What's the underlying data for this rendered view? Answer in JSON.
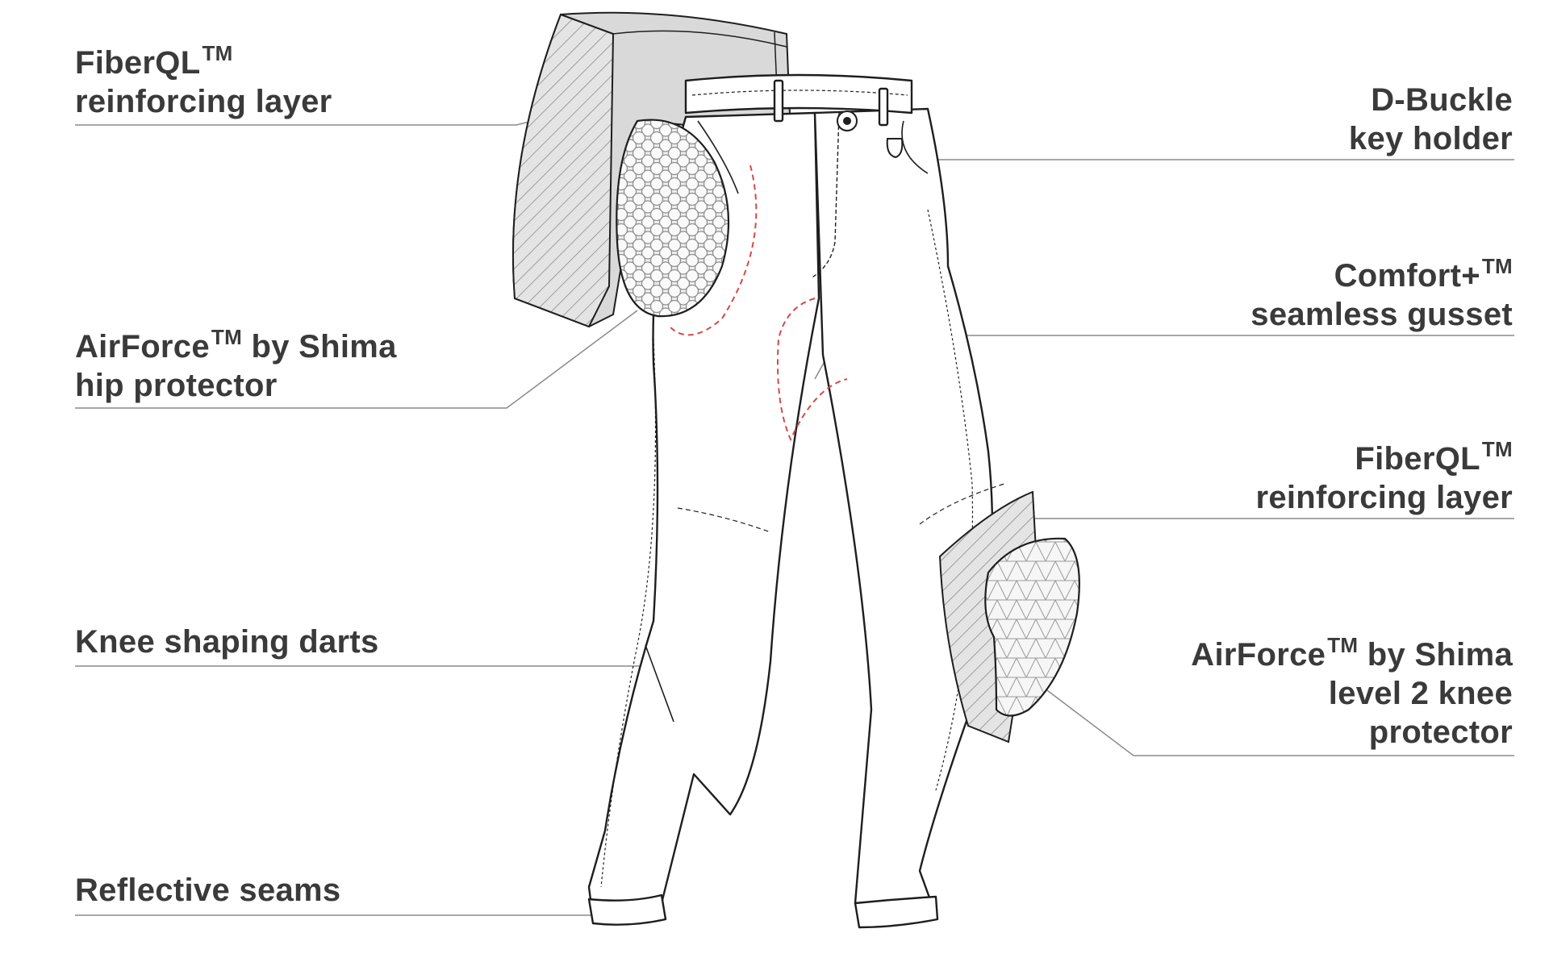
{
  "callouts": {
    "fiberql_hip": {
      "name": "FiberQL",
      "tm": "TM",
      "line2": "reinforcing layer"
    },
    "airforce_hip": {
      "name": "AirForce",
      "tm": "TM",
      "rest": " by Shima",
      "line2": "hip protector"
    },
    "knee_darts": {
      "line1": "Knee shaping darts"
    },
    "reflective_seams": {
      "line1": "Reflective seams"
    },
    "dbuckle": {
      "line1": "D-Buckle",
      "line2": "key holder"
    },
    "comfort_gusset": {
      "name": "Comfort+",
      "tm": "TM",
      "line2": "seamless gusset"
    },
    "fiberql_knee": {
      "name": "FiberQL",
      "tm": "TM",
      "line2": "reinforcing  layer"
    },
    "airforce_knee": {
      "name": "AirForce",
      "tm": "TM",
      "rest": " by Shima",
      "line2": "level 2 knee",
      "line3": "protector"
    }
  },
  "colors": {
    "text": "#3a3a3a",
    "leader": "#8a8a8a",
    "outline": "#1e1e1e",
    "panel": "#d9d9d9",
    "gusset_dash": "#d24a4a"
  },
  "icons": {
    "button": "button-icon",
    "protector": "honeycomb-pad-icon"
  }
}
